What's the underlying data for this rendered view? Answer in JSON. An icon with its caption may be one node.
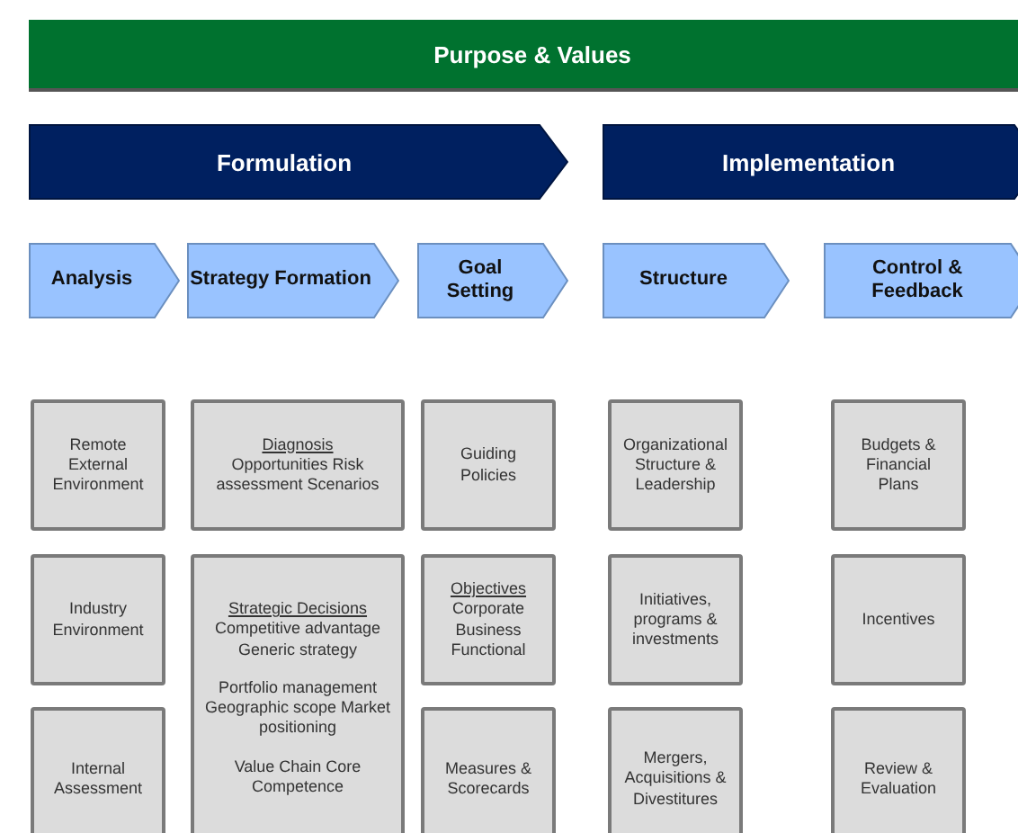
{
  "diagram": {
    "nodes": [
      {
        "text": [
          "Purpose & Values"
        ]
      },
      {
        "text": [
          "Formulation"
        ]
      },
      {
        "text": [
          "Implementation"
        ]
      },
      {
        "text": [
          "Analysis"
        ]
      },
      {
        "text": [
          "Strategy Formation"
        ]
      },
      {
        "text": [
          "Goal Setting"
        ]
      },
      {
        "text": [
          "Structure"
        ]
      },
      {
        "text": [
          "Control & Feedback"
        ]
      },
      {
        "text": [
          "Remote External Environment"
        ]
      },
      {
        "text": [
          "Diagnosis",
          "Opportunities Risk assessment Scenarios"
        ]
      },
      {
        "text": [
          "Guiding Policies"
        ]
      },
      {
        "text": [
          "Organizational Structure & Leadership"
        ]
      },
      {
        "text": [
          "Budgets & Financial Plans"
        ]
      },
      {
        "text": [
          "Industry Environment"
        ]
      },
      {
        "text": [
          "Strategic Decisions",
          "Competitive advantage Generic strategy",
          "Portfolio management Geographic scope Market positioning",
          "Value Chain Core Competence"
        ]
      },
      {
        "text": [
          "Objectives",
          "Corporate Business Functional"
        ]
      },
      {
        "text": [
          "Initiatives, programs & investments"
        ]
      },
      {
        "text": [
          "Incentives"
        ]
      },
      {
        "text": [
          "Internal Assessment"
        ]
      },
      {
        "text": [
          "Measures & Scorecards"
        ]
      },
      {
        "text": [
          "Mergers, Acquisitions & Divestitures"
        ]
      },
      {
        "text": [
          "Review & Evaluation"
        ]
      }
    ]
  }
}
